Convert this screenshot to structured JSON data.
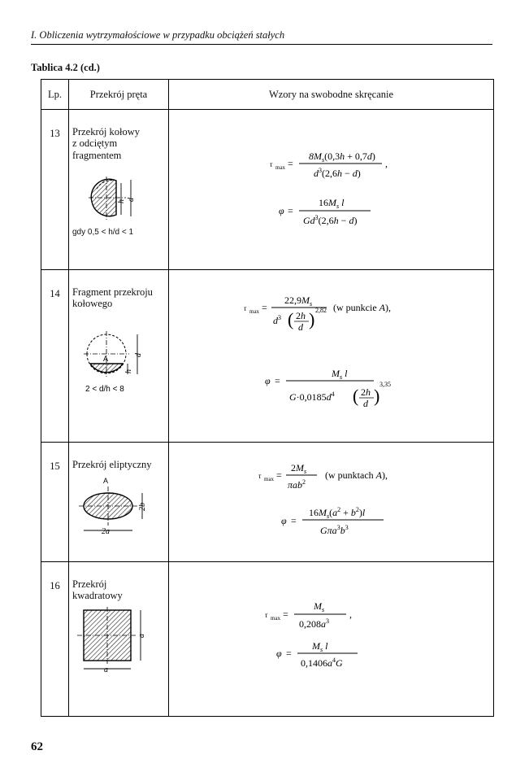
{
  "header": "I. Obliczenia wytrzymałościowe w przypadku obciążeń stałych",
  "caption": "Tablica 4.2 (cd.)",
  "columns": {
    "lp": "Lp.",
    "section": "Przekrój pręta",
    "formulas": "Wzory na swobodne skręcanie"
  },
  "rows": [
    {
      "lp": "13",
      "section": "Przekrój kołowy\nz odciętym\nfragmentem",
      "condition": "gdy 0,5 < h/d < 1",
      "dims": [
        "h",
        "d"
      ],
      "formula_tau": "τmax = 8Ms(0,3h + 0,7d) / d³(2,6h − d) ,",
      "formula_phi": "φ = 16Ms l / Gd³(2,6h − d)"
    },
    {
      "lp": "14",
      "section": "Fragment przekroju\nkołowego",
      "condition": "2 < d/h < 8",
      "dims": [
        "h",
        "d",
        "A"
      ],
      "formula_tau": "τmax = 22,9Ms / d³(2h/d)^2,82 (w punkcie A),",
      "formula_phi": "φ = Ms l / G·0,0185d⁴(2h/d)^3,35"
    },
    {
      "lp": "15",
      "section": "Przekrój eliptyczny",
      "dims": [
        "2b",
        "2a",
        "A"
      ],
      "formula_tau": "τmax = 2Ms / πab² (w punktach A),",
      "formula_phi": "φ = 16Ms(a² + b²)l / Gπa³b³"
    },
    {
      "lp": "16",
      "section": "Przekrój\nkwadratowy",
      "dims": [
        "a",
        "a"
      ],
      "formula_tau": "τmax = Ms / 0,208a³ ,",
      "formula_phi": "φ = Ms l / 0,1406a⁴G"
    }
  ],
  "page_number": "62"
}
